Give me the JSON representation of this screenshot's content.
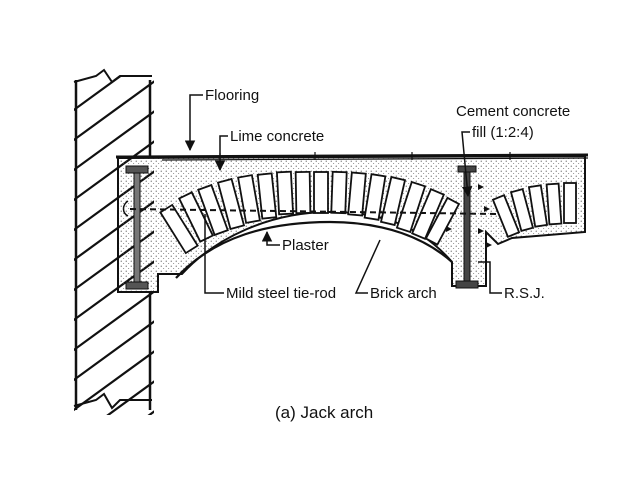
{
  "labels": {
    "flooring": "Flooring",
    "lime_concrete": "Lime concrete",
    "cement_concrete_line1": "Cement concrete",
    "cement_concrete_line2": "fill (1:2:4)",
    "plaster": "Plaster",
    "mild_steel_tie_rod": "Mild steel tie-rod",
    "brick_arch": "Brick arch",
    "rsj": "R.S.J."
  },
  "caption": "(a) Jack arch"
}
